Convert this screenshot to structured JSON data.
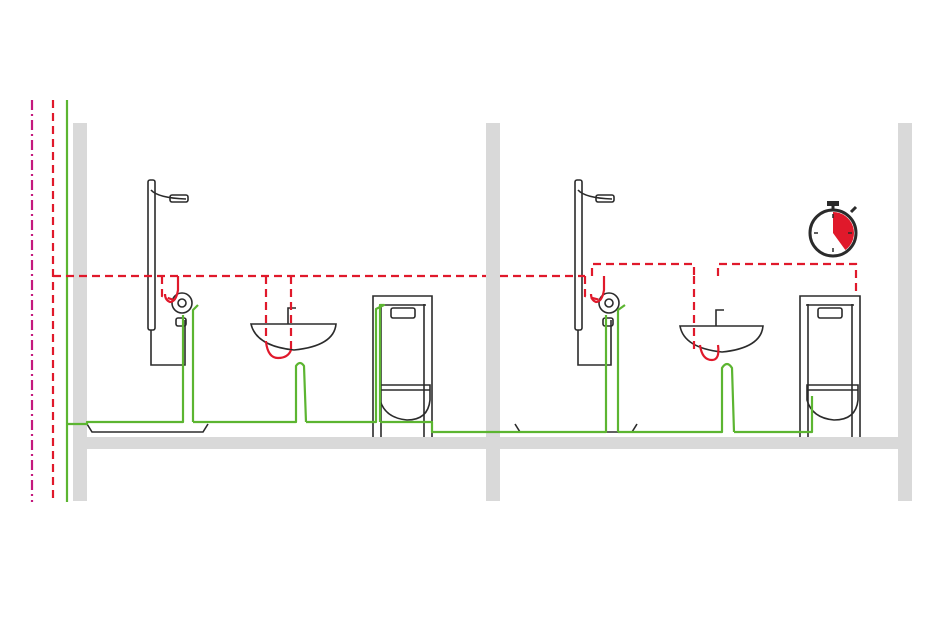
{
  "diagram": {
    "description_visible_text": [],
    "colors": {
      "wall": "#d9d9d9",
      "fixture_outline": "#2b2b2b",
      "hot_pipe": "#e0192b",
      "cold_pipe": "#5cb531",
      "circulation_pipe": "#c4197d",
      "timer_fill": "#e0192b",
      "background": "#ffffff"
    },
    "icons": [
      "shower-icon",
      "washbasin-icon",
      "wc-icon",
      "stopwatch-icon"
    ],
    "bathrooms": [
      {
        "name": "bathroom-1",
        "fixtures": [
          "shower",
          "washbasin",
          "wall-hung-wc"
        ]
      },
      {
        "name": "bathroom-2",
        "fixtures": [
          "shower",
          "washbasin",
          "wall-hung-wc"
        ]
      }
    ],
    "timer": {
      "elapsed_fraction": 0.4
    }
  }
}
